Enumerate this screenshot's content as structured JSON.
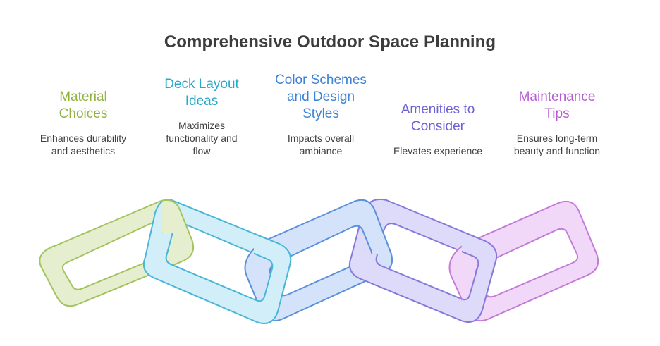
{
  "title": "Comprehensive Outdoor Space Planning",
  "items": [
    {
      "title": "Material\nChoices",
      "description": "Enhances durability\nand aesthetics",
      "color": "#8fb33e",
      "fill": "#e5efcf",
      "stroke": "#a3c45e"
    },
    {
      "title": "Deck Layout\nIdeas",
      "description": "Maximizes\nfunctionality and\nflow",
      "color": "#27a8c9",
      "fill": "#d2eff9",
      "stroke": "#4ab6d7"
    },
    {
      "title": "Color Schemes\nand Design\nStyles",
      "description": "Impacts overall\nambiance",
      "color": "#3d82d6",
      "fill": "#d5e3fa",
      "stroke": "#5a90dc"
    },
    {
      "title": "Amenities to\nConsider",
      "description": "Elevates experience",
      "color": "#6e62d3",
      "fill": "#dedafa",
      "stroke": "#8579db"
    },
    {
      "title": "Maintenance\nTips",
      "description": "Ensures long-term\nbeauty and function",
      "color": "#b75bd3",
      "fill": "#f1d8f8",
      "stroke": "#c47ad9"
    }
  ]
}
